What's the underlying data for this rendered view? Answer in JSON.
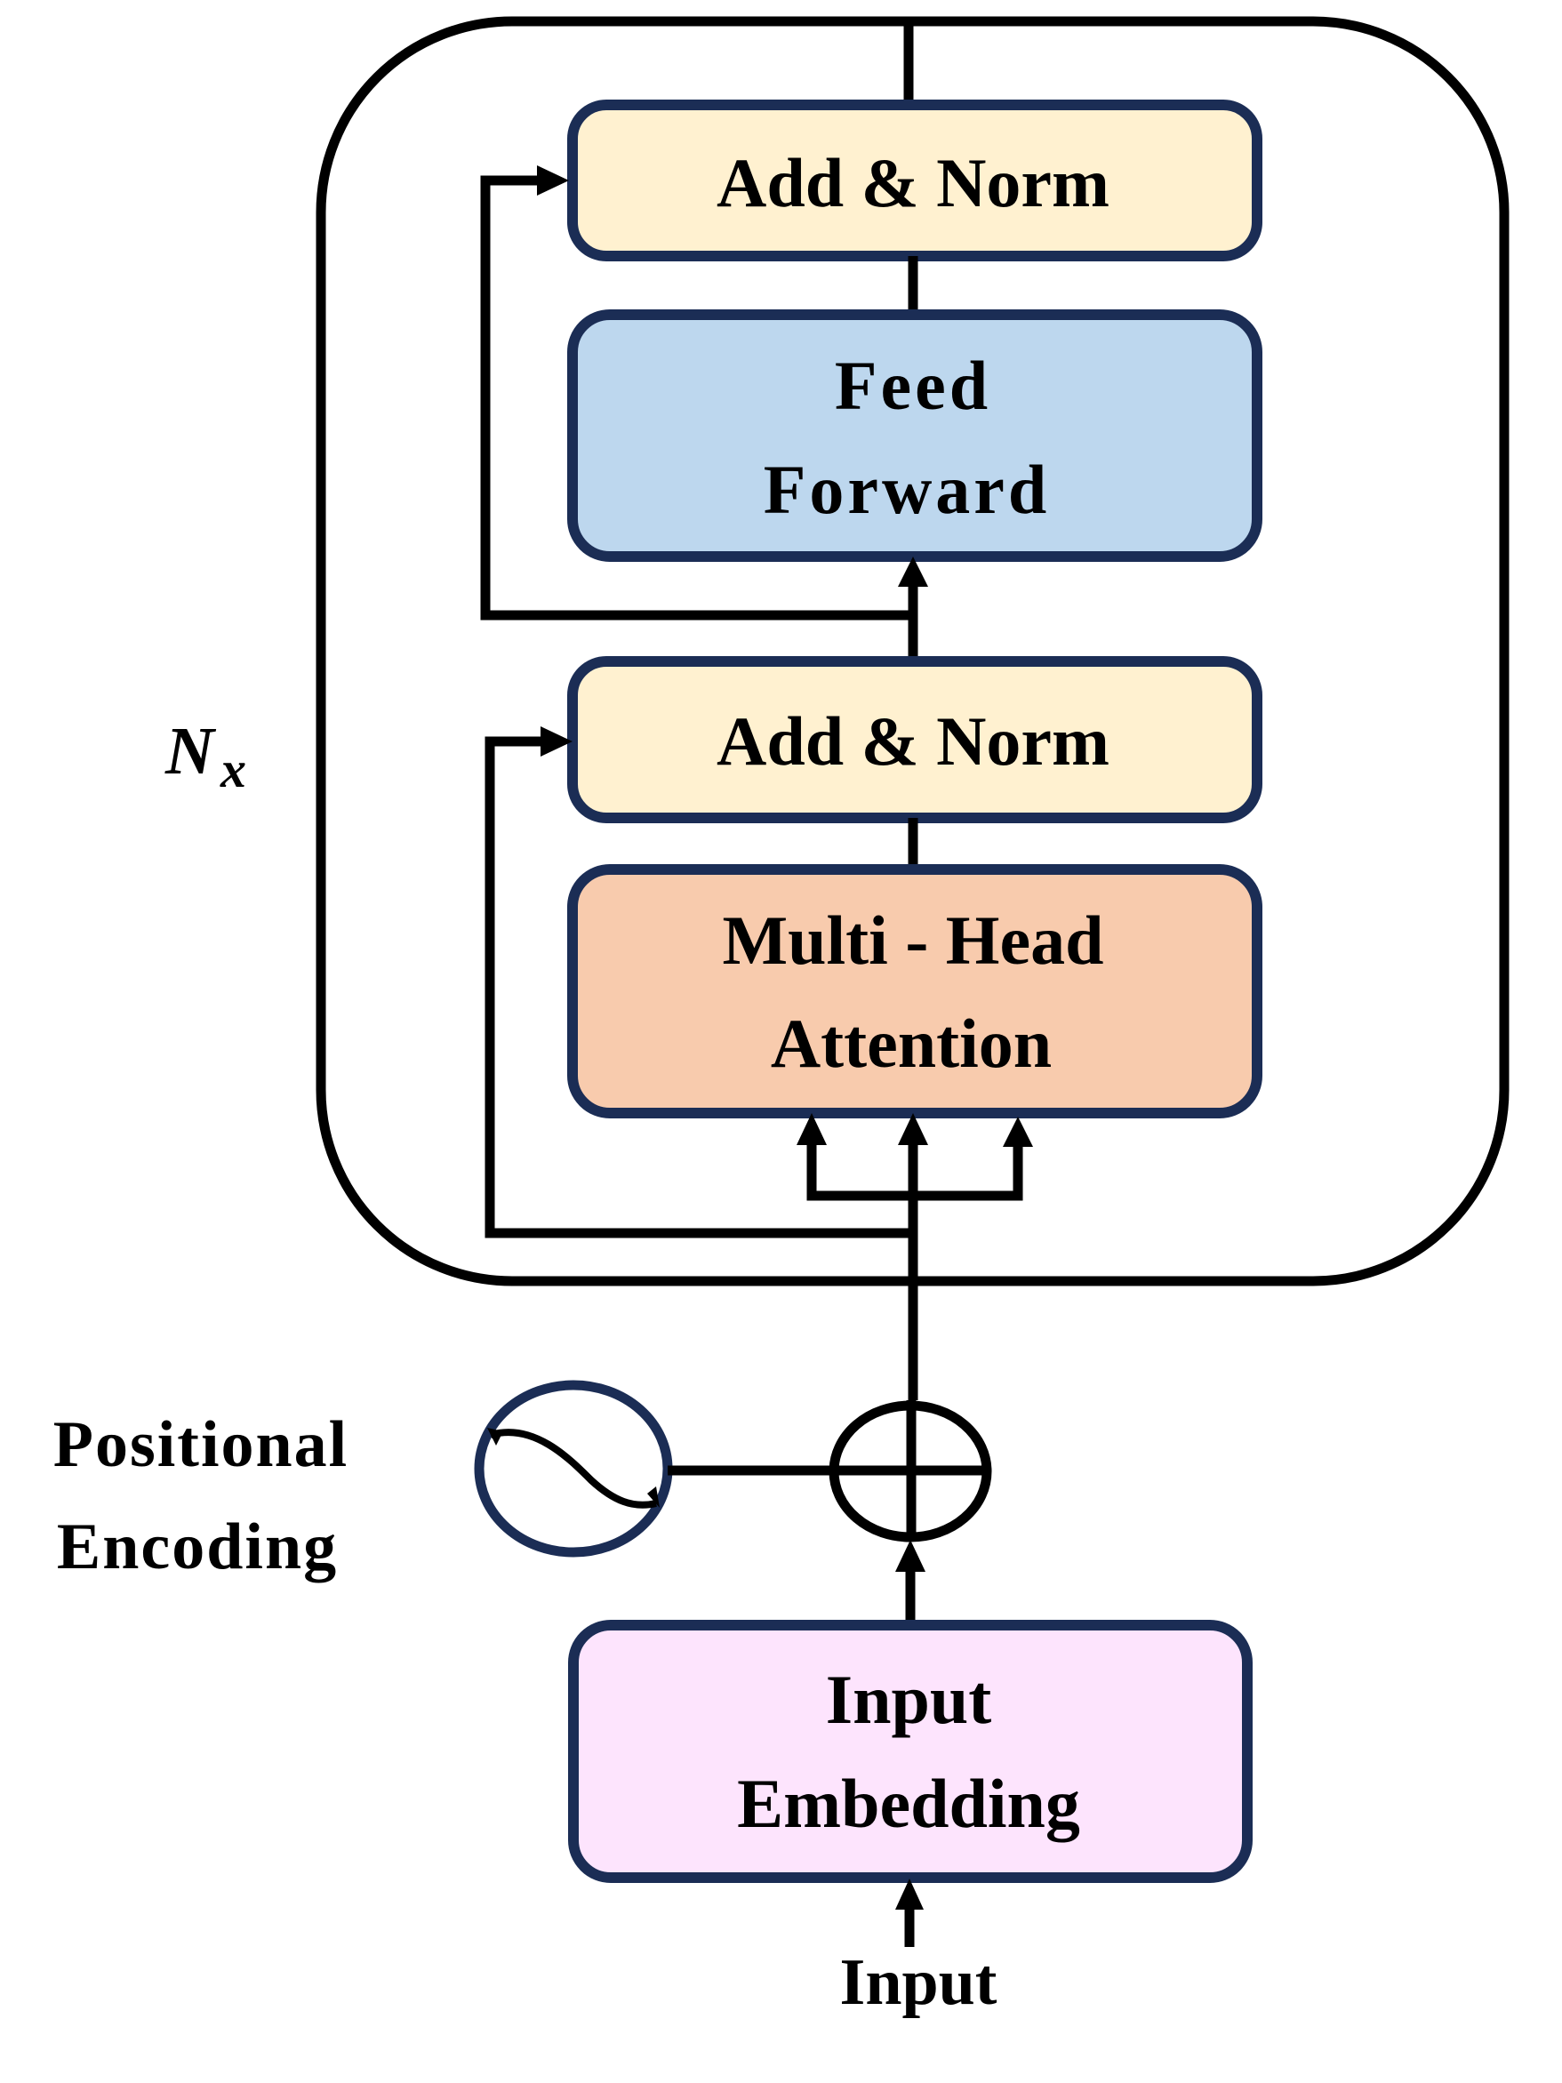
{
  "diagram": {
    "title": "Transformer Encoder Block",
    "repeat_label": {
      "main": "N",
      "sub": "x"
    },
    "blocks": {
      "add_norm_top": {
        "label": "Add & Norm",
        "fill": "#fff1d0"
      },
      "feed_forward": {
        "lines": [
          "Feed",
          "Forward"
        ],
        "fill": "#bdd7ee"
      },
      "add_norm_bottom": {
        "label": "Add & Norm",
        "fill": "#fff1d0"
      },
      "multi_head_attention": {
        "lines": [
          "Multi - Head",
          "Attention"
        ],
        "fill": "#f8cbad"
      },
      "input_embedding": {
        "lines": [
          "Input",
          "Embedding"
        ],
        "fill": "#fde4fd"
      }
    },
    "positional_encoding": {
      "lines": [
        "Positional",
        "Encoding"
      ],
      "icon": "sine-wave-icon"
    },
    "sum_node": {
      "icon": "circled-plus-icon"
    },
    "input_label": "Input",
    "colors": {
      "block_border": "#1b2d55",
      "wire": "#000000",
      "container_border": "#000000"
    }
  }
}
